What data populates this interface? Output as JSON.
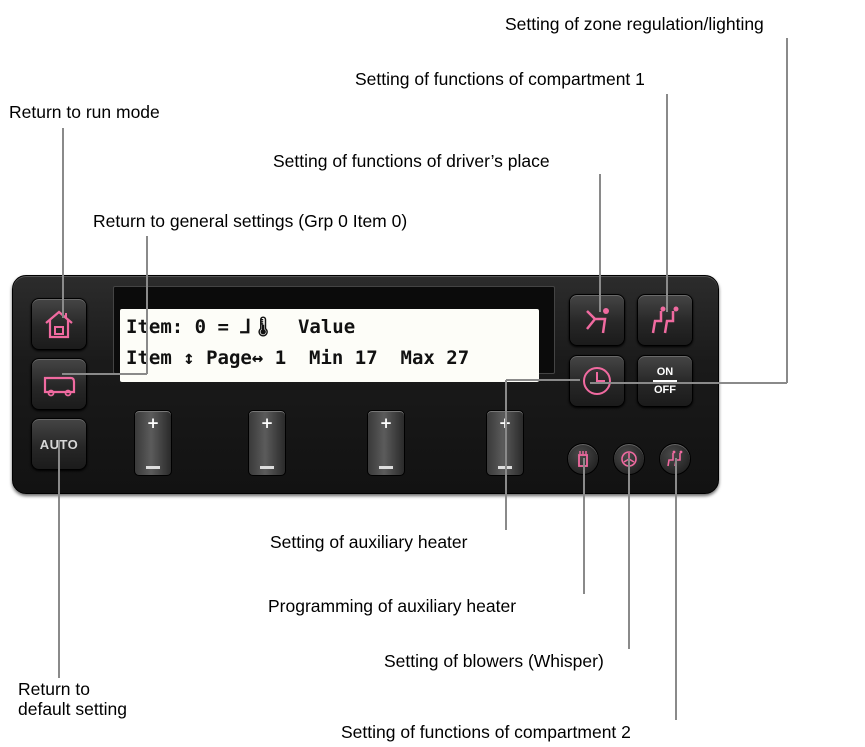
{
  "callouts": {
    "zone_regulation": "Setting of zone regulation/lighting",
    "compartment1": "Setting of functions of compartment 1",
    "return_run_mode": "Return to run mode",
    "drivers_place": "Setting of functions of driver’s place",
    "general_settings": "Return to general settings (Grp 0 Item 0)",
    "aux_heater": "Setting of auxiliary heater",
    "prog_aux_heater": "Programming of auxiliary heater",
    "blowers": "Setting of blowers (Whisper)",
    "default_setting": "Return to\ndefault setting",
    "compartment2": "Setting of functions of compartment 2"
  },
  "display": {
    "line1": "Item: 0 = ⅃🌡  Value",
    "line2": "Item ↕ Page↔ 1  Min 17  Max 27"
  },
  "buttons": {
    "auto_label": "AUTO",
    "on_label": "ON",
    "off_label": "OFF"
  },
  "icons": {
    "home": "home-icon",
    "vehicle": "vehicle-icon",
    "driver_seat": "driver-seat-icon",
    "passenger_seats": "passenger-seats-icon",
    "clock": "clock-icon",
    "aux_heater_prog": "aux-heater-program-icon",
    "blower": "blower-icon",
    "compartment2": "compartment2-seats-icon"
  },
  "colors": {
    "panel": "#1a1a1a",
    "icon_accent": "#f06aa0",
    "lcd_background": "#fdfdf8"
  }
}
